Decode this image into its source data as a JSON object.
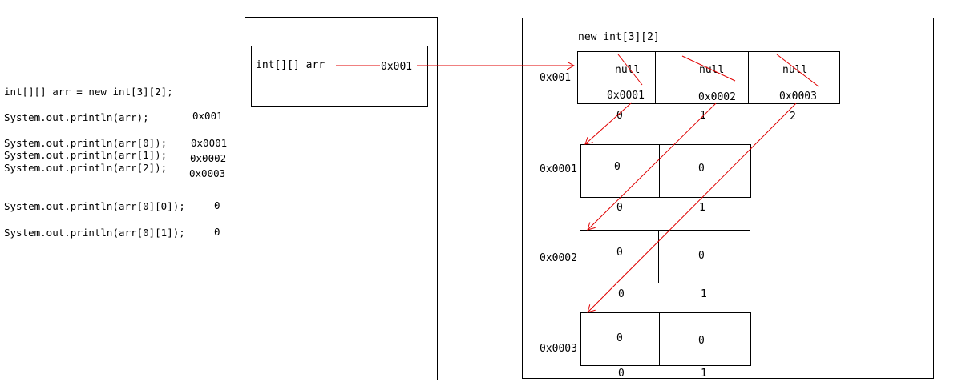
{
  "code_lines": [
    {
      "code": "int[][] arr = new int[3][2];",
      "output": ""
    },
    {
      "code": "System.out.println(arr);",
      "output": "0x001"
    },
    {
      "code": "System.out.println(arr[0]);",
      "output": "0x0001"
    },
    {
      "code": "System.out.println(arr[1]);",
      "output": "0x0002"
    },
    {
      "code": "System.out.println(arr[2]);",
      "output": "0x0003"
    },
    {
      "code": "System.out.println(arr[0][0]);",
      "output": "0"
    },
    {
      "code": "System.out.println(arr[0][1]);",
      "output": "0"
    }
  ],
  "stack": {
    "variable_label": "int[][] arr",
    "variable_value": "0x001"
  },
  "heap": {
    "outer_array_label": "new int[3][2]",
    "outer_array": {
      "address": "0x001",
      "cells": [
        {
          "old_value": "null",
          "new_value": "0x0001",
          "index": "0"
        },
        {
          "old_value": "null",
          "new_value": "0x0002",
          "index": "1"
        },
        {
          "old_value": "null",
          "new_value": "0x0003",
          "index": "2"
        }
      ]
    },
    "inner_arrays": [
      {
        "address": "0x0001",
        "cells": [
          {
            "value": "0",
            "index": "0"
          },
          {
            "value": "0",
            "index": "1"
          }
        ]
      },
      {
        "address": "0x0002",
        "cells": [
          {
            "value": "0",
            "index": "0"
          },
          {
            "value": "0",
            "index": "1"
          }
        ]
      },
      {
        "address": "0x0003",
        "cells": [
          {
            "value": "0",
            "index": "0"
          },
          {
            "value": "0",
            "index": "1"
          }
        ]
      }
    ]
  },
  "colors": {
    "arrow": "#e00000",
    "line": "#000000"
  }
}
